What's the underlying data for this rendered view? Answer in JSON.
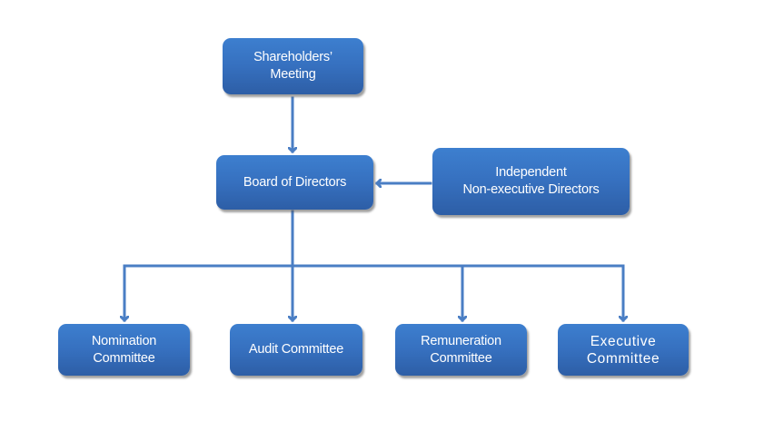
{
  "diagram": {
    "type": "organizational-chart",
    "accent_color": "#3670bf",
    "connector_color": "#4a7ec4",
    "nodes": {
      "shareholders": {
        "lines": [
          "Shareholders’",
          "Meeting"
        ]
      },
      "board": {
        "lines": [
          "Board of Directors"
        ]
      },
      "independent": {
        "lines": [
          "Independent",
          "Non-executive Directors"
        ]
      },
      "nomination": {
        "lines": [
          "Nomination",
          "Committee"
        ]
      },
      "audit": {
        "lines": [
          "Audit Committee"
        ]
      },
      "remuneration": {
        "lines": [
          "Remuneration",
          "Committee"
        ]
      },
      "executive": {
        "lines": [
          "Executive",
          "Committee"
        ]
      }
    },
    "edges": [
      {
        "from": "shareholders",
        "to": "board"
      },
      {
        "from": "independent",
        "to": "board"
      },
      {
        "from": "board",
        "to": "nomination"
      },
      {
        "from": "board",
        "to": "audit"
      },
      {
        "from": "board",
        "to": "remuneration"
      },
      {
        "from": "board",
        "to": "executive"
      }
    ]
  }
}
